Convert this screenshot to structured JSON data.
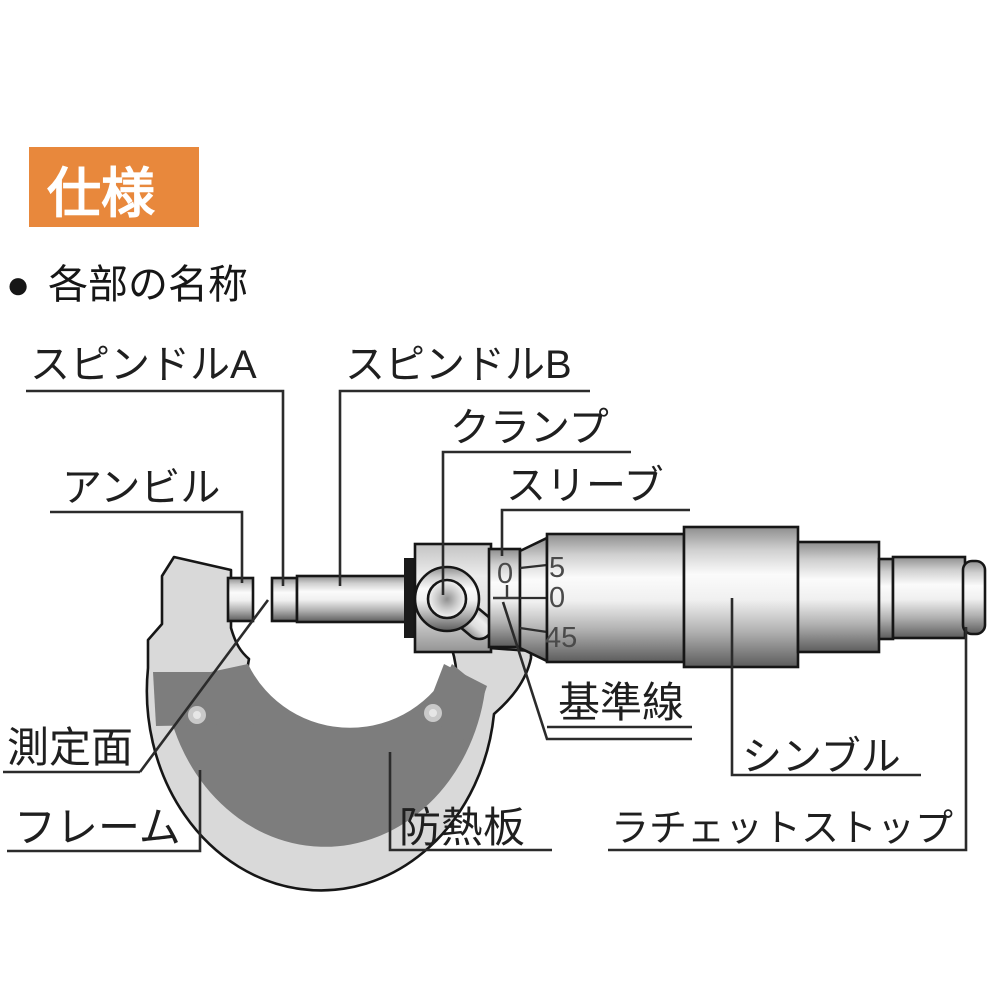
{
  "title_badge": {
    "label": "仕様",
    "bg": "#e8883c",
    "fg": "#ffffff"
  },
  "section_heading": {
    "bullet": "●",
    "label": "各部の名称"
  },
  "part_labels": {
    "spindle_a": "スピンドルA",
    "spindle_b": "スピンドルB",
    "clamp": "クランプ",
    "sleeve": "スリーブ",
    "anvil": "アンビル",
    "reference_line": "基準線",
    "thimble": "シンブル",
    "measuring_face": "測定面",
    "frame": "フレーム",
    "heat_plate": "防熱板",
    "ratchet_stop": "ラチェットストップ"
  },
  "scale_markings": {
    "sleeve_zero": "0",
    "thimble_ticks": [
      "5",
      "0",
      "45"
    ]
  },
  "colors": {
    "accent_orange": "#e8883c",
    "frame_light": "#d9d9d9",
    "heat_plate_dark": "#7d7d7d",
    "outline_black": "#161616",
    "leader_line": "#2b2b2b"
  }
}
